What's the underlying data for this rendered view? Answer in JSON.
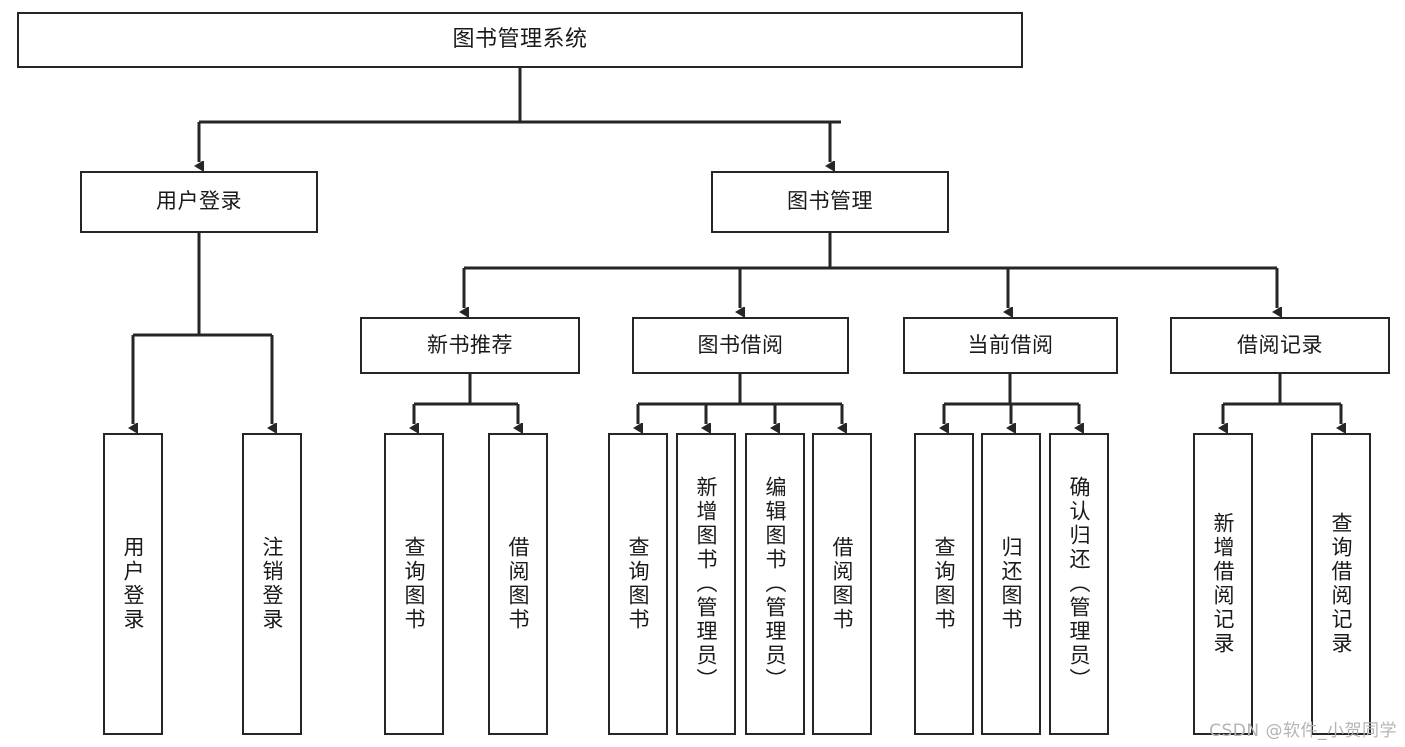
{
  "diagram": {
    "type": "tree-hierarchy",
    "title": "图书管理系统",
    "root": {
      "label": "图书管理系统"
    },
    "level1": [
      {
        "id": "user-login",
        "label": "用户登录"
      },
      {
        "id": "book-management",
        "label": "图书管理"
      }
    ],
    "level2": [
      {
        "id": "new-book-recommend",
        "label": "新书推荐",
        "parent": "book-management"
      },
      {
        "id": "book-borrow",
        "label": "图书借阅",
        "parent": "book-management"
      },
      {
        "id": "current-borrow",
        "label": "当前借阅",
        "parent": "book-management"
      },
      {
        "id": "borrow-record",
        "label": "借阅记录",
        "parent": "book-management"
      }
    ],
    "leaves": [
      {
        "id": "leaf-user-login",
        "label": "用户登录",
        "parent": "user-login"
      },
      {
        "id": "leaf-logout",
        "label": "注销登录",
        "parent": "user-login"
      },
      {
        "id": "leaf-query-book-1",
        "label": "查询图书",
        "parent": "new-book-recommend"
      },
      {
        "id": "leaf-borrow-book-1",
        "label": "借阅图书",
        "parent": "new-book-recommend"
      },
      {
        "id": "leaf-query-book-2",
        "label": "查询图书",
        "parent": "book-borrow"
      },
      {
        "id": "leaf-add-book",
        "label": "新增图书（管理员）",
        "parent": "book-borrow"
      },
      {
        "id": "leaf-edit-book",
        "label": "编辑图书（管理员）",
        "parent": "book-borrow"
      },
      {
        "id": "leaf-borrow-book-2",
        "label": "借阅图书",
        "parent": "book-borrow"
      },
      {
        "id": "leaf-query-book-3",
        "label": "查询图书",
        "parent": "current-borrow"
      },
      {
        "id": "leaf-return-book",
        "label": "归还图书",
        "parent": "current-borrow"
      },
      {
        "id": "leaf-confirm-return",
        "label": "确认归还（管理员）",
        "parent": "current-borrow"
      },
      {
        "id": "leaf-add-record",
        "label": "新增借阅记录",
        "parent": "borrow-record"
      },
      {
        "id": "leaf-query-record",
        "label": "查询借阅记录",
        "parent": "borrow-record"
      }
    ],
    "watermark": "CSDN @软件_小贺同学",
    "colors": {
      "stroke": "#262626",
      "fill": "#ffffff",
      "text": "#1a1a1a",
      "watermark": "#b4b4b4"
    }
  }
}
